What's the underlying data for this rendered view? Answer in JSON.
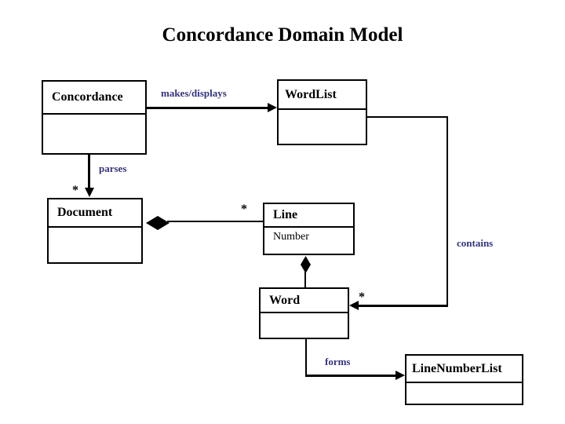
{
  "slide": {
    "title": "Concordance Domain Model"
  },
  "colors": {
    "background": "#ffffff",
    "box_fill": "#ffffff",
    "box_border": "#000000",
    "edge_line": "#000000",
    "edge_label": "#333380",
    "title_text": "#000000"
  },
  "nodes": {
    "concordance": {
      "name": "Concordance"
    },
    "wordlist": {
      "name": "WordList"
    },
    "document": {
      "name": "Document"
    },
    "line": {
      "name": "Line",
      "attribute": "Number"
    },
    "word": {
      "name": "Word"
    },
    "linenumberlist": {
      "name": "LineNumberList"
    }
  },
  "edges": {
    "makes_displays": {
      "label": "makes/displays"
    },
    "parses": {
      "label": "parses",
      "target_multiplicity": "*"
    },
    "document_line": {
      "target_multiplicity": "*"
    },
    "contains": {
      "label": "contains",
      "target_multiplicity": "*"
    },
    "forms": {
      "label": "forms"
    }
  }
}
